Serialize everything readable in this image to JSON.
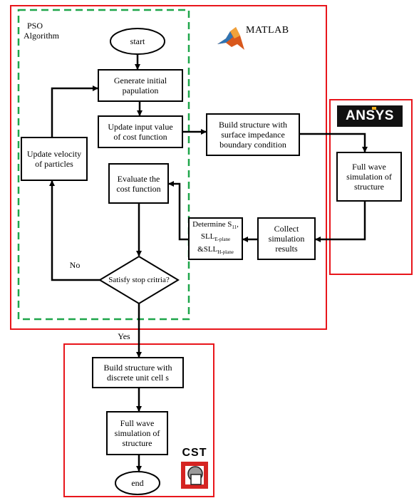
{
  "regions": {
    "pso_algorithm_line1": "PSO",
    "pso_algorithm_line2": "Algorithm"
  },
  "logos": {
    "matlab": "MATLAB",
    "ansys": "ANSYS",
    "cst": "CST"
  },
  "nodes": {
    "start": "start",
    "generate_line1": "Generate initial",
    "generate_line2": "papulation",
    "update_input_line1": "Update input value",
    "update_input_line2": "of cost function",
    "build_impedance_line1": "Build structure with",
    "build_impedance_line2": "surface impedance",
    "build_impedance_line3": "boundary condition",
    "full_wave_ansys_line1": "Full wave",
    "full_wave_ansys_line2": "simulation of",
    "full_wave_ansys_line3": "structure",
    "update_velocity_line1": "Update velocity",
    "update_velocity_line2": "of particles",
    "evaluate_line1": "Evaluate the",
    "evaluate_line2": "cost function",
    "determine_prefix": "Determine S",
    "determine_s_sub": "11",
    "determine_comma": ",",
    "determine_sll1": "SLL",
    "determine_sll1_sub": "E-plane",
    "determine_sll2": "&SLL",
    "determine_sll2_sub": "H-plane",
    "collect_line1": "Collect",
    "collect_line2": "simulation",
    "collect_line3": "results",
    "decision": "Satisfy stop critria?",
    "build_discrete_line1": "Build structure with",
    "build_discrete_line2": "discrete unit cell s",
    "full_wave_cst_line1": "Full wave",
    "full_wave_cst_line2": "simulation of",
    "full_wave_cst_line3": "structure",
    "end": "end"
  },
  "edge_labels": {
    "no": "No",
    "yes": "Yes"
  },
  "colors": {
    "red_frame": "#e8151b",
    "green_dashed": "#1fa64a",
    "ansys_bg": "#111111",
    "ansys_text": "#ffffff",
    "ansys_accent": "#f2b01e"
  }
}
